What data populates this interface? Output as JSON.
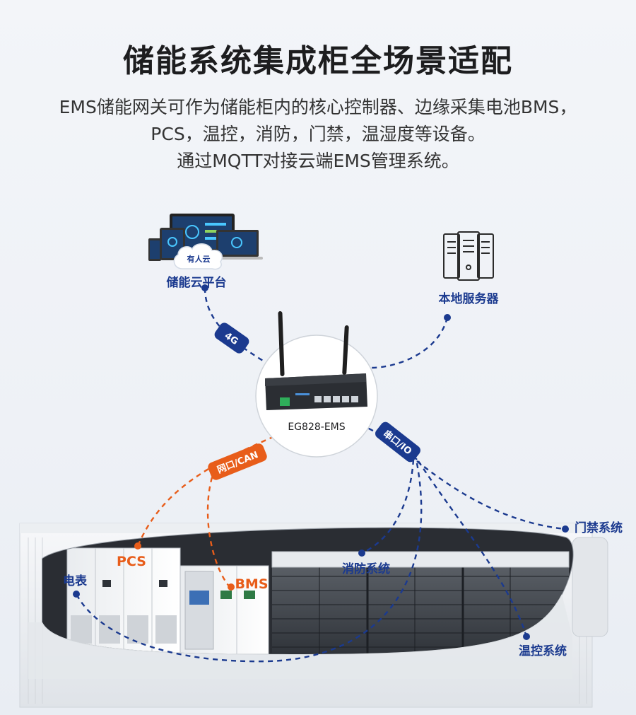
{
  "header": {
    "title": "储能系统集成柜全场景适配",
    "desc_line1": "EMS储能网关可作为储能柜内的核心控制器、边缘采集电池BMS，",
    "desc_line2": "PCS，温控，消防，门禁，温湿度等设备。",
    "desc_line3": "通过MQTT对接云端EMS管理系统。"
  },
  "diagram": {
    "cloud_label": "有人云",
    "platform_label": "储能云平台",
    "server_label": "本地服务器",
    "gateway_label": "EG828-EMS",
    "tag_4g": "4G",
    "tag_net": "网口/CAN",
    "tag_serial": "串口/IO",
    "pcs_label": "PCS",
    "bms_label": "BMS",
    "meter_label": "电表",
    "fire_label": "消防系统",
    "door_label": "门禁系统",
    "thermal_label": "温控系统"
  },
  "colors": {
    "blue": "#1b3a8f",
    "orange": "#e85d1a"
  }
}
